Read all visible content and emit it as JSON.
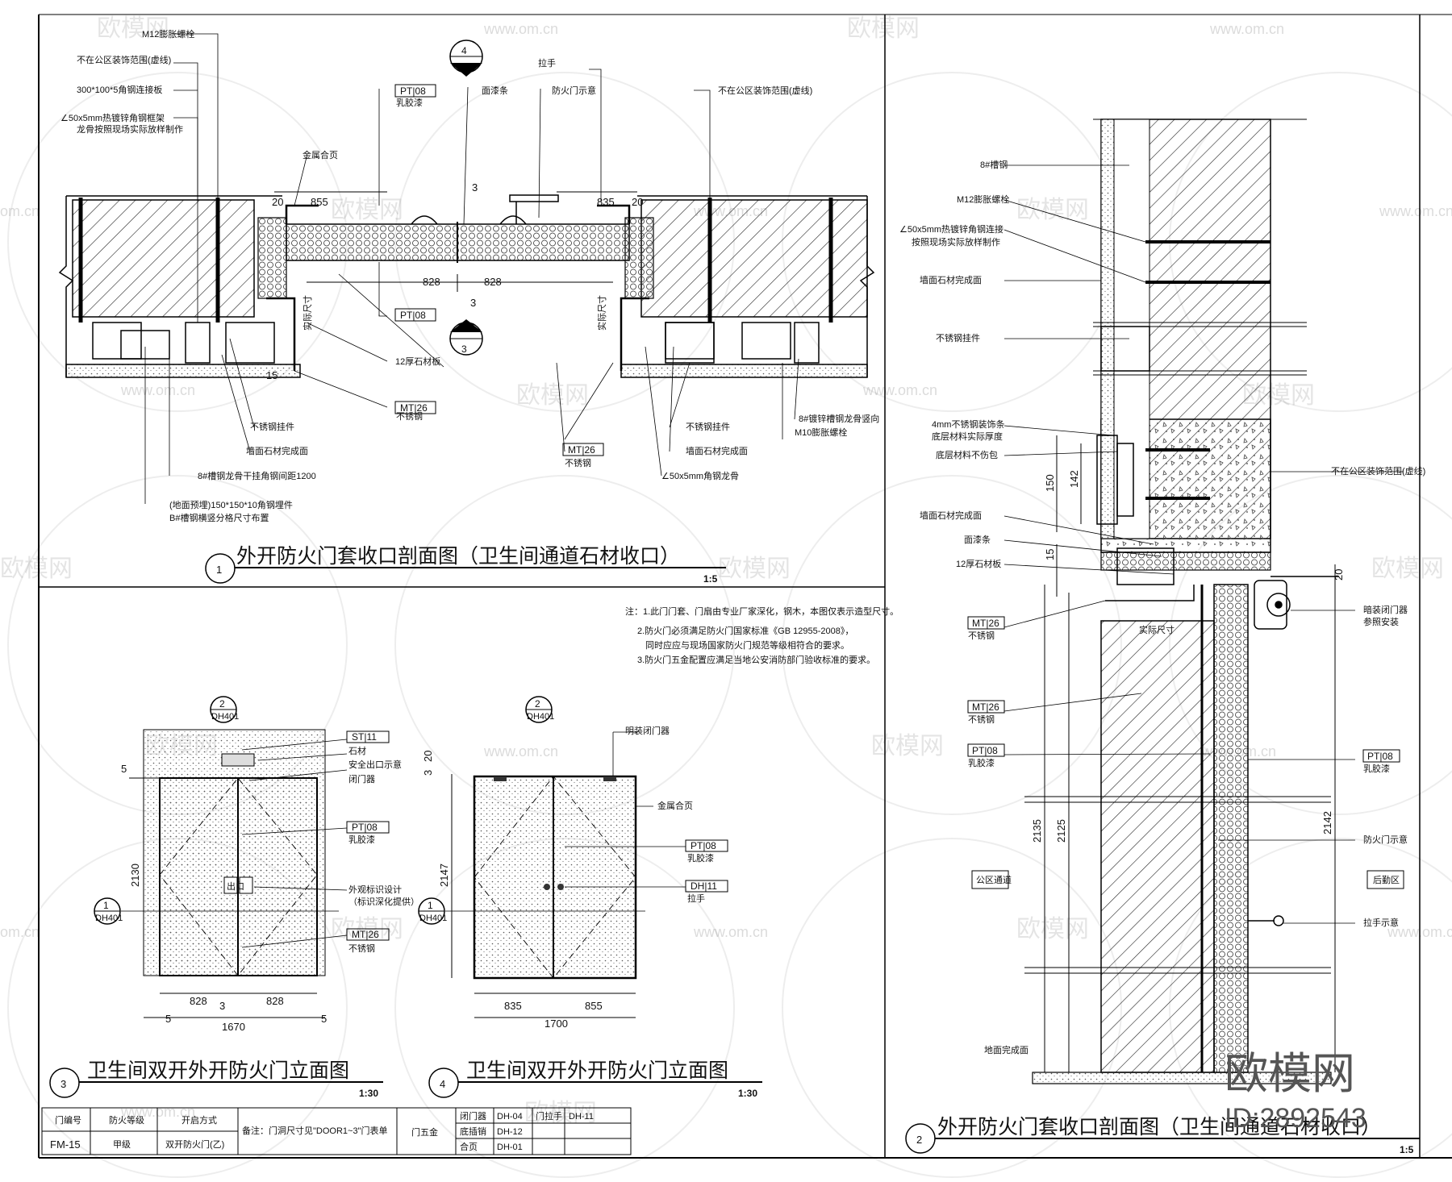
{
  "drawing": {
    "views": [
      {
        "num": "1",
        "title": "外开防火门套收口剖面图（卫生间通道石材收口）",
        "scale": "1:5"
      },
      {
        "num": "2",
        "title": "外开防火门套收口剖面图（卫生间通道石材收口）",
        "scale": "1:5"
      },
      {
        "num": "3",
        "title": "卫生间双开外开防火门立面图",
        "scale": "1:30"
      },
      {
        "num": "4",
        "title": "卫生间双开外开防火门立面图",
        "scale": "1:30"
      }
    ],
    "section_marks": {
      "top_4": "4",
      "mid_3": "3",
      "ref": "DH401",
      "ref_2": "2",
      "ref_1": "1"
    },
    "view1": {
      "labels": [
        "M12膨胀螺栓",
        "不在公区装饰范围(虚线)",
        "300*100*5角钢连接板",
        "∠50x5mm热镀锌角钢框架",
        "龙骨按照现场实际放样制作",
        "金属合页",
        "拉手",
        "防火门示意",
        "不在公区装饰范围(虚线)",
        "面漆条",
        "乳胶漆",
        "12厚石材板",
        "不锈钢挂件",
        "墙面石材完成面",
        "8#槽钢龙骨干挂角钢间距1200",
        "(地面预埋)150*150*10角钢埋件",
        "B#槽钢横竖分格尺寸布置",
        "不锈钢挂件",
        "墙面石材完成面",
        "∠50x5mm角钢龙骨",
        "8#镀锌槽钢龙骨竖向",
        "M10膨胀螺栓",
        "不锈钢",
        "不锈钢",
        "实际尺寸",
        "实际尺寸"
      ],
      "tags": [
        "PT|08",
        "PT|08",
        "MT|26",
        "MT|26"
      ],
      "dims": [
        "20",
        "855",
        "835",
        "3",
        "20",
        "828",
        "828",
        "3",
        "15"
      ]
    },
    "view2": {
      "labels": [
        "8#槽钢",
        "M12膨胀螺栓",
        "∠50x5mm热镀锌角钢连接",
        "按照现场实际放样制作",
        "墙面石材完成面",
        "不锈钢挂件",
        "4mm不锈钢装饰条",
        "底层材料实际厚度",
        "底层材料不伤包",
        "墙面石材完成面",
        "面漆条",
        "12厚石材板",
        "不在公区装饰范围(虚线)",
        "暗装闭门器",
        "参照安装",
        "实际尺寸",
        "公区通道",
        "防火门示意",
        "后勤区",
        "拉手示意",
        "地面完成面",
        "不锈钢",
        "不锈钢",
        "乳胶漆",
        "乳胶漆"
      ],
      "tags": [
        "MT|26",
        "MT|26",
        "PT|08",
        "PT|08"
      ],
      "dims": [
        "150",
        "142",
        "15",
        "20",
        "2135",
        "2125",
        "2142"
      ]
    },
    "view3": {
      "labels": [
        "石材",
        "安全出口示意",
        "闭门器",
        "乳胶漆",
        "外观标识设计",
        "（标识深化提供）",
        "不锈钢"
      ],
      "tags": [
        "ST|11",
        "PT|08",
        "MT|26"
      ],
      "dims": [
        "5",
        "2130",
        "828",
        "828",
        "3",
        "5",
        "5",
        "1670"
      ],
      "sign": "出口"
    },
    "view4": {
      "labels": [
        "明装闭门器",
        "金属合页",
        "乳胶漆",
        "拉手"
      ],
      "tags": [
        "PT|08",
        "DH|11"
      ],
      "dims": [
        "3",
        "20",
        "2147",
        "835",
        "855",
        "1700"
      ]
    },
    "notes": [
      "注：1.此门门套、门扇由专业厂家深化，钢木，本图仅表示造型尺寸。",
      "2.防火门必须满足防火门国家标准《GB 12955-2008》，",
      "同时应应与现场国家防火门规范等级相符合的要求。",
      "3.防火门五金配置应满足当地公安消防部门验收标准的要求。"
    ],
    "title_block": {
      "h1": "门编号",
      "h2": "防火等级",
      "h3": "开启方式",
      "note": "备注：门洞尺寸见\"DOOR1~3\"门表单",
      "v1": "FM-15",
      "v2": "甲级",
      "v3": "双开防火门(乙)",
      "hw_label": "门五金",
      "hw": [
        [
          "闭门器",
          "DH-04",
          "门拉手",
          "DH-11"
        ],
        [
          "底插销",
          "DH-12",
          "",
          ""
        ],
        [
          "合页",
          "DH-01",
          "",
          ""
        ]
      ]
    },
    "watermarks": {
      "cn": "欧模网",
      "url": "www.om.cn",
      "url2": "om.cn",
      "brand": "欧模网",
      "id": "ID:2892543"
    }
  }
}
